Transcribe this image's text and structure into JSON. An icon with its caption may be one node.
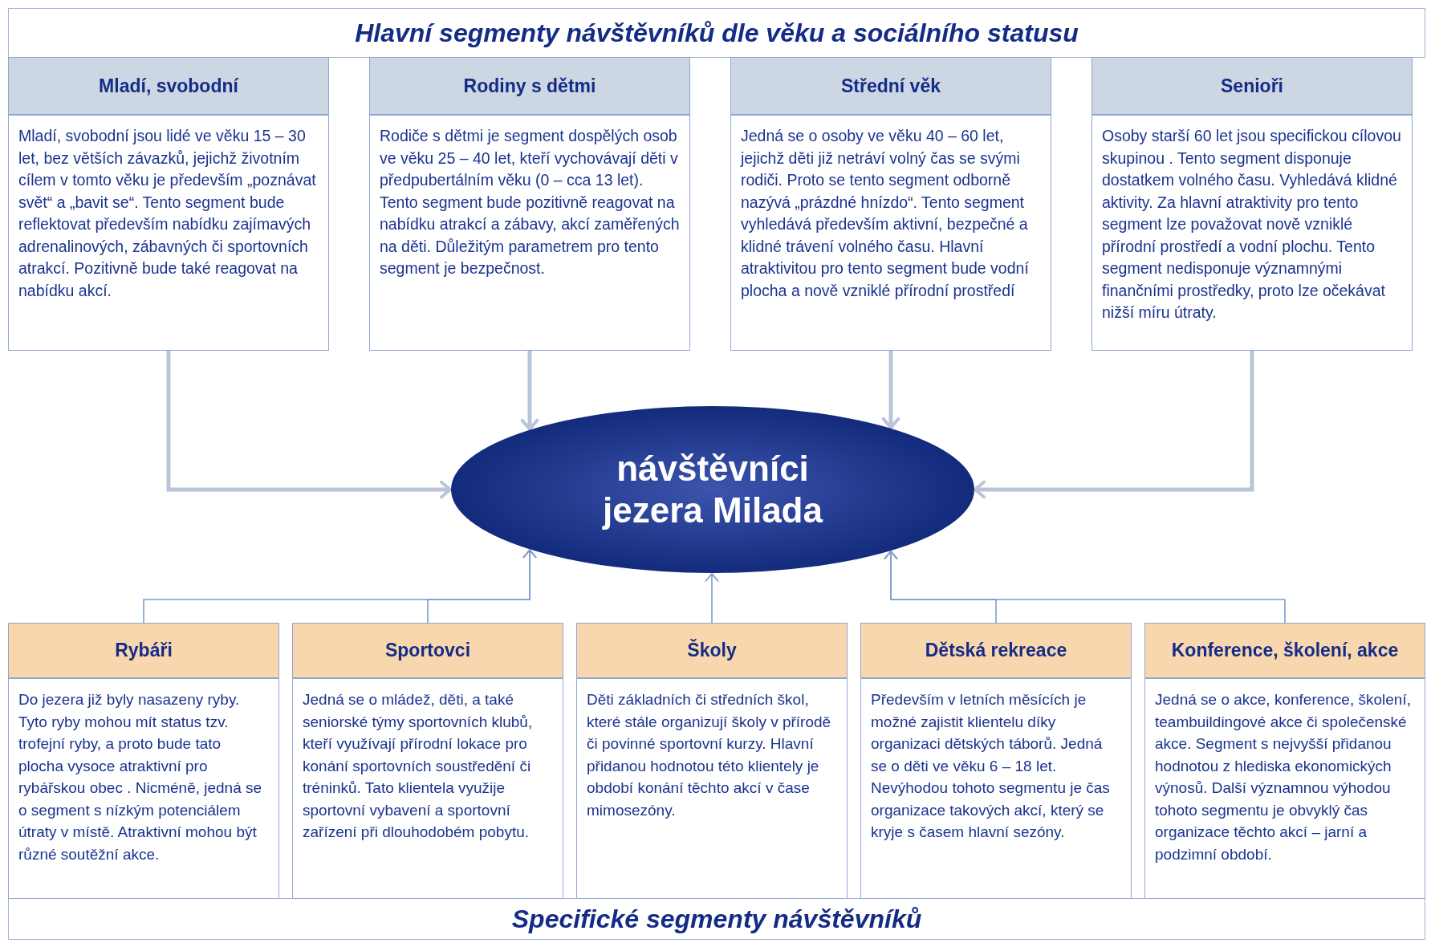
{
  "diagram": {
    "title": "Hlavní segmenty návštěvníků dle věku a sociálního statusu",
    "caption": "Specifické segmenty návštěvníků",
    "nodes": [
      {
        "text": [
          "Mladí, svobodní",
          "Mladí, svobodní jsou lidé ve věku 15 – 30 let, bez větších závazků, jejichž životním cílem v tomto věku je především „poznávat svět“ a „bavit se“. Tento segment bude reflektovat především nabídku zajímavých adrenalinových, zábavných či sportovních atrakcí. Pozitivně bude také reagovat na nabídku akcí."
        ]
      },
      {
        "text": [
          "Rodiny s dětmi",
          "Rodiče s dětmi je segment dospělých osob ve věku  25 – 40 let, kteří vychovávají  děti v předpubertálním věku (0 – cca 13 let). Tento segment bude pozitivně reagovat na nabídku atrakcí a zábavy, akcí zaměřených na děti. Důležitým parametrem pro tento segment je bezpečnost."
        ]
      },
      {
        "text": [
          "Střední věk",
          "Jedná se o osoby ve věku 40 – 60 let, jejichž  děti již netráví volný čas se svými rodiči. Proto se tento segment odborně nazývá „prázdné hnízdo“. Tento segment vyhledává především aktivní, bezpečné a klidné trávení volného času. Hlavní atraktivitou pro tento segment bude vodní plocha a nově vzniklé přírodní prostředí"
        ]
      },
      {
        "text": [
          "Senioři",
          "Osoby starší 60 let jsou specifickou cílovou skupinou . Tento segment disponuje dostatkem volného času. Vyhledává klidné  aktivity. Za hlavní atraktivity pro tento segment lze považovat  nově vzniklé přírodní prostředí a vodní plochu. Tento segment nedisponuje významnými finančními prostředky, proto lze očekávat nižší míru útraty."
        ]
      },
      {
        "text": [
          "návštěvníci jezera Milada"
        ]
      },
      {
        "text": [
          "Rybáři",
          "Do jezera již byly nasazeny ryby. Tyto ryby mohou mít status tzv. trofejní ryby, a proto bude tato plocha vysoce atraktivní pro rybářskou obec . Nicméně, jedná se o segment s nízkým potenciálem útraty v místě. Atraktivní mohou být různé soutěžní akce."
        ]
      },
      {
        "text": [
          "Sportovci",
          "Jedná se o mládež, děti, a také seniorské týmy sportovních klubů, kteří využívají přírodní lokace pro konání sportovních soustředění či tréninků. Tato klientela  využije sportovní vybavení a sportovní zařízení při dlouhodobém pobytu."
        ]
      },
      {
        "text": [
          "Školy",
          "Děti základních či středních škol, které stále organizují školy v přírodě či povinné sportovní kurzy. Hlavní přidanou hodnotou této klientely  je  období konání těchto akcí v čase mimosezóny."
        ]
      },
      {
        "text": [
          "Dětská rekreace",
          "Především v letních měsících je možné zajistit klientelu díky organizaci dětských táborů. Jedná se o děti ve věku 6 – 18 let. Nevýhodou  tohoto segmentu je čas organizace takových akcí, který se kryje s časem hlavní sezóny."
        ]
      },
      {
        "text": [
          "Konference, školení, akce",
          "Jedná se o akce, konference, školení, teambuildingové akce či společenské akce. Segment s nejvyšší přidanou hodnotou z hlediska ekonomických výnosů. Další významnou výhodou tohoto segmentu je obvyklý čas organizace  těchto akcí – jarní a podzimní období."
        ]
      }
    ],
    "edges": [
      {
        "from": 0,
        "to": 4,
        "arrow": "to",
        "style": "thick",
        "color": "#b9c4d8"
      },
      {
        "from": 1,
        "to": 4,
        "arrow": "to",
        "style": "thick",
        "color": "#b9c4d8"
      },
      {
        "from": 2,
        "to": 4,
        "arrow": "to",
        "style": "thick",
        "color": "#b9c4d8"
      },
      {
        "from": 3,
        "to": 4,
        "arrow": "to",
        "style": "thick",
        "color": "#b9c4d8"
      },
      {
        "from": 5,
        "to": 4,
        "arrow": "to"
      },
      {
        "from": 6,
        "to": 4,
        "arrow": "to"
      },
      {
        "from": 7,
        "to": 4,
        "arrow": "to"
      },
      {
        "from": 8,
        "to": 4,
        "arrow": "to"
      },
      {
        "from": 9,
        "to": 4,
        "arrow": "to"
      }
    ]
  }
}
